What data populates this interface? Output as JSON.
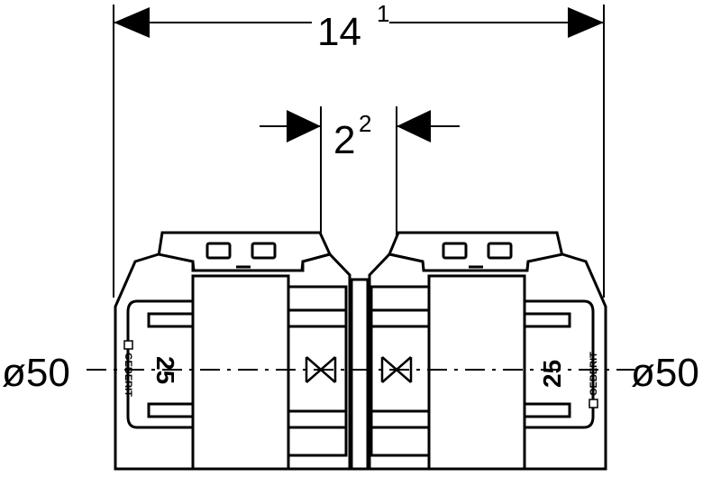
{
  "dimensions": {
    "overall_length": {
      "value": "14",
      "note": "1"
    },
    "insertion_gap": {
      "value": "2",
      "note": "2"
    }
  },
  "pipe": {
    "left_diameter": "ø50",
    "right_diameter": "ø50"
  },
  "fitting": {
    "size_marking": "25",
    "brand_left": "GEBERIT",
    "brand_right": "GEBERIT"
  }
}
